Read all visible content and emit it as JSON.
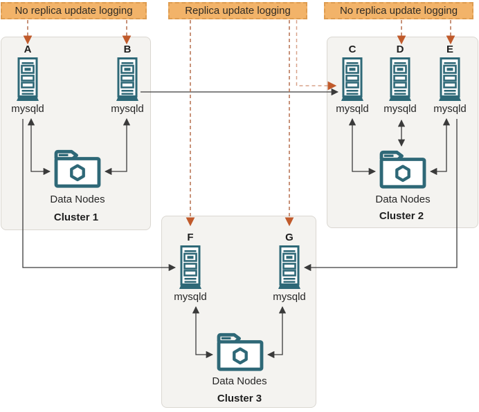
{
  "annotations": [
    {
      "label": "No replica update logging"
    },
    {
      "label": "Replica update logging"
    },
    {
      "label": "No replica update logging"
    }
  ],
  "clusters": [
    {
      "name": "Cluster 1",
      "data_nodes_label": "Data Nodes",
      "servers": [
        {
          "letter": "A",
          "daemon": "mysqld"
        },
        {
          "letter": "B",
          "daemon": "mysqld"
        }
      ]
    },
    {
      "name": "Cluster 2",
      "data_nodes_label": "Data Nodes",
      "servers": [
        {
          "letter": "C",
          "daemon": "mysqld"
        },
        {
          "letter": "D",
          "daemon": "mysqld"
        },
        {
          "letter": "E",
          "daemon": "mysqld"
        }
      ]
    },
    {
      "name": "Cluster 3",
      "data_nodes_label": "Data Nodes",
      "servers": [
        {
          "letter": "F",
          "daemon": "mysqld"
        },
        {
          "letter": "G",
          "daemon": "mysqld"
        }
      ]
    }
  ],
  "colors": {
    "annotation_fill": "#F2B369",
    "annotation_border": "#DE9C50",
    "cluster_fill": "#F4F3F0",
    "cluster_border": "#DAD7D1",
    "icon_teal": "#2E6877",
    "solid_line": "#3A3A3A",
    "dashed_line": "#B66F4D",
    "dashed_line_light": "#D8A289",
    "arrow_orange": "#C05A2B"
  }
}
